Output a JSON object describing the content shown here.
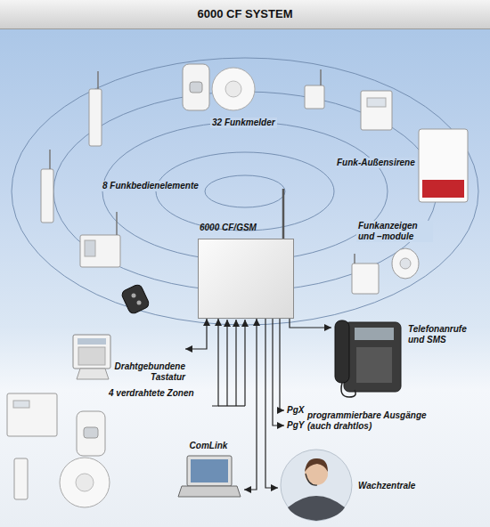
{
  "diagram": {
    "title": "6000 CF SYSTEM",
    "nodes": [
      {
        "text": [
          "6000 CF/GSM"
        ]
      },
      {
        "text": [
          "Drahtgebundene Tastatur"
        ]
      },
      {
        "text": [
          "4 verdrahtete Zonen"
        ]
      },
      {
        "text": [
          "Telefonanrufe und SMS"
        ]
      },
      {
        "text": [
          "ComLink"
        ]
      },
      {
        "text": [
          "Wachzentrale"
        ]
      }
    ],
    "edges": [
      {
        "from": 1,
        "to": 0,
        "arrow": "both"
      },
      {
        "from": 2,
        "to": 0,
        "arrow": "to"
      },
      {
        "from": 0,
        "to": 3,
        "arrow": "to"
      },
      {
        "from": 4,
        "to": 0,
        "arrow": "both"
      },
      {
        "from": 0,
        "to": 5,
        "arrow": "to"
      }
    ],
    "labels": [
      "32 Funkmelder",
      "Funk-Außensirene",
      "8 Funkbedienelemente",
      "Funkanzeigen und –module",
      "PgX",
      "PgY",
      "programmierbare Ausgänge (auch drahtlos)"
    ]
  }
}
